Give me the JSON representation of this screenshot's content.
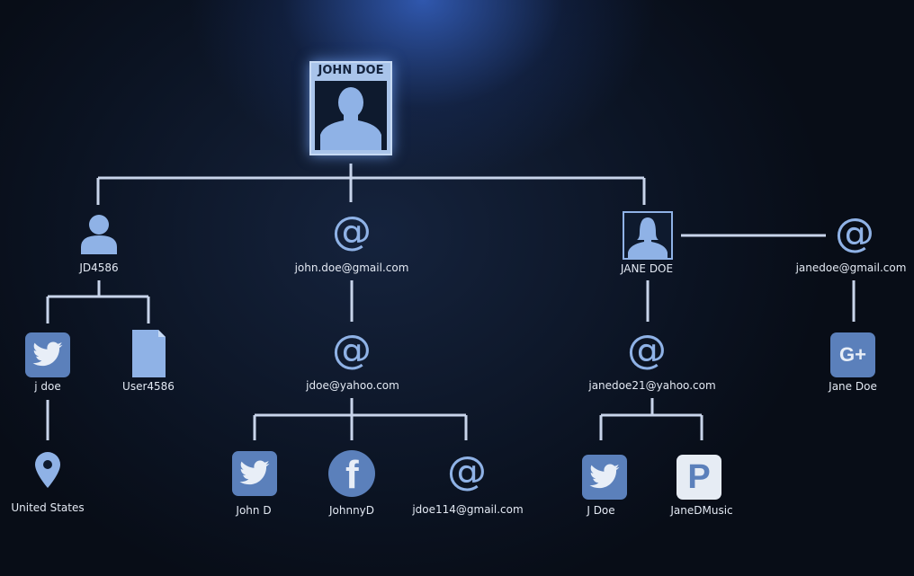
{
  "colors": {
    "line": "#c8d4ea",
    "icon": "#8fb2e6",
    "tile": "#5b80bb",
    "background": "#0b1322"
  },
  "root": {
    "name": "JOHN DOE",
    "icon": "person-silhouette-icon"
  },
  "nodes": {
    "username": {
      "label": "JD4586",
      "icon": "user-icon"
    },
    "gmail": {
      "label": "john.doe@gmail.com",
      "icon": "at-icon"
    },
    "jane": {
      "label": "JANE DOE",
      "icon": "female-silhouette-icon"
    },
    "jane_gmail": {
      "label": "janedoe@gmail.com",
      "icon": "at-icon"
    },
    "twitter_jdoe": {
      "label": "j doe",
      "icon": "twitter-icon"
    },
    "document": {
      "label": "User4586",
      "icon": "document-icon"
    },
    "location": {
      "label": "United States",
      "icon": "location-pin-icon"
    },
    "yahoo": {
      "label": "jdoe@yahoo.com",
      "icon": "at-icon"
    },
    "twitter_johnd": {
      "label": "John D",
      "icon": "twitter-icon"
    },
    "facebook": {
      "label": "JohnnyD",
      "icon": "facebook-icon",
      "glyph": "f"
    },
    "gmail2": {
      "label": "jdoe114@gmail.com",
      "icon": "at-icon"
    },
    "jane_yahoo": {
      "label": "janedoe21@yahoo.com",
      "icon": "at-icon"
    },
    "twitter_jane": {
      "label": "J Doe",
      "icon": "twitter-icon"
    },
    "pandora": {
      "label": "JaneDMusic",
      "icon": "pandora-icon",
      "glyph": "P"
    },
    "gplus": {
      "label": "Jane Doe",
      "icon": "google-plus-icon",
      "glyph": "G+"
    }
  },
  "at_glyph": "@"
}
